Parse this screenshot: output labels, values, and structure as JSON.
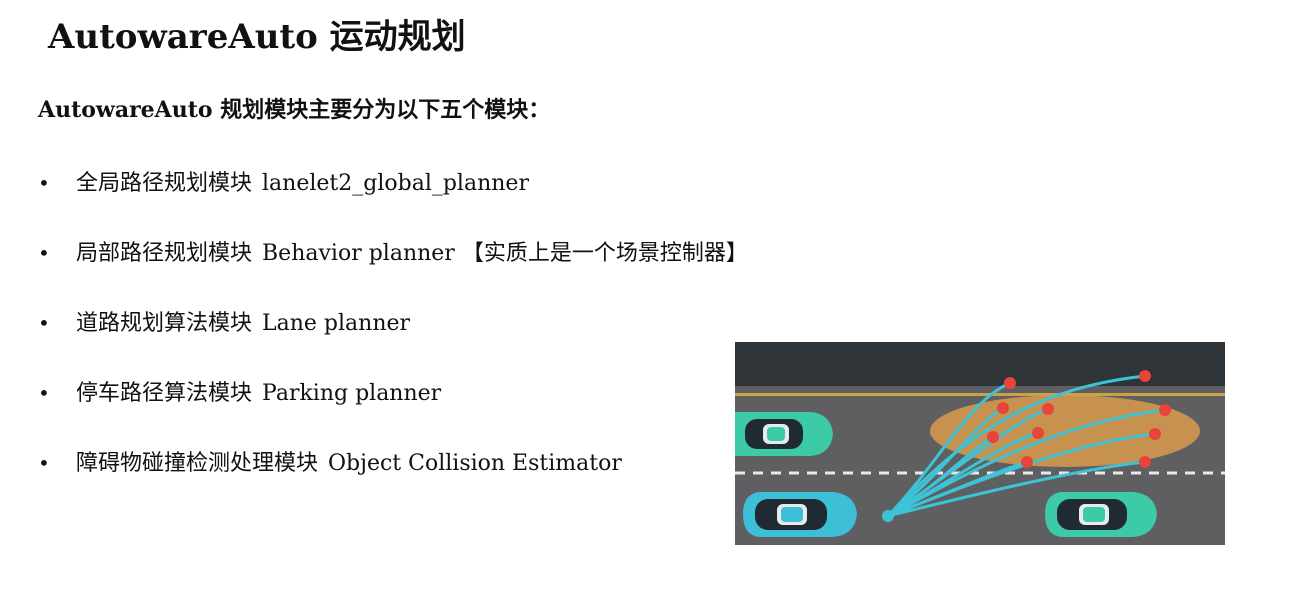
{
  "page": {
    "title": "AutowareAuto 运动规划",
    "intro": "AutowareAuto 规划模块主要分为以下五个模块："
  },
  "modules": [
    {
      "bullet": "•",
      "name_cn": "全局路径规划模块",
      "name_en": "lanelet2_global_planner",
      "note": ""
    },
    {
      "bullet": "•",
      "name_cn": "局部路径规划模块",
      "name_en": "Behavior planner",
      "note": "【实质上是一个场景控制器】"
    },
    {
      "bullet": "•",
      "name_cn": "道路规划算法模块",
      "name_en": "Lane planner",
      "note": ""
    },
    {
      "bullet": "•",
      "name_cn": "停车路径算法模块",
      "name_en": "Parking planner",
      "note": ""
    },
    {
      "bullet": "•",
      "name_cn": "障碍物碰撞检测处理模块",
      "name_en": "Object Collision Estimator",
      "note": ""
    }
  ],
  "illustration": {
    "colors": {
      "road": "#5f5f61",
      "top_band": "#2e3438",
      "curb_line": "#c9a24a",
      "lane_dash": "#e9e9e9",
      "target_zone": "#d99a4c",
      "trajectory": "#3ec3d6",
      "candidate_point": "#e8443a",
      "ego_car": "#3ebfd8",
      "other_car": "#3dcaa6",
      "car_window": "#202a32"
    }
  }
}
